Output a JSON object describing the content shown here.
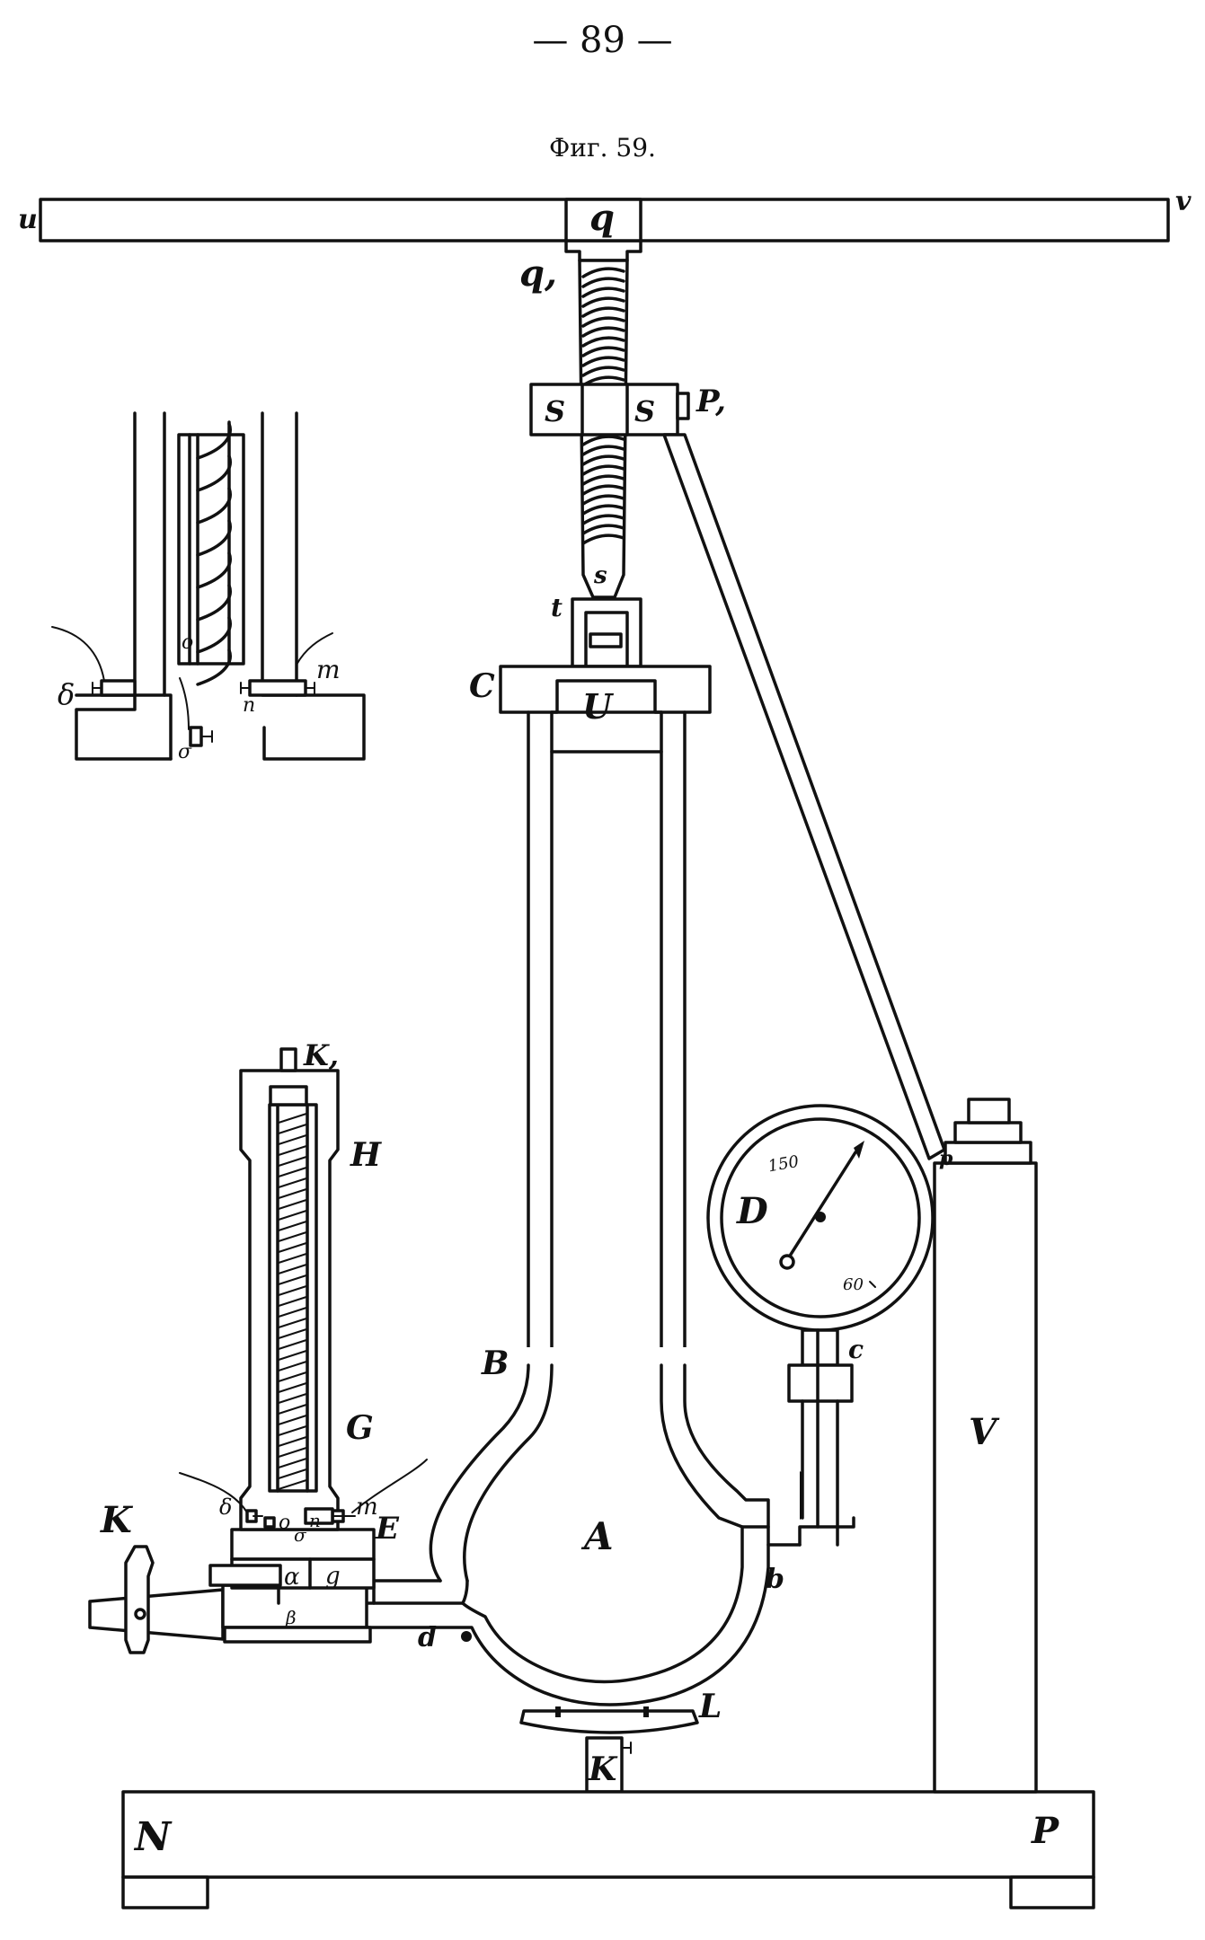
{
  "page": {
    "number": "— 89 —",
    "caption": "Фиг. 59."
  },
  "labels": {
    "u": "u",
    "v": "v",
    "q": "q",
    "q1": "q,",
    "S1": "S",
    "S2": "S",
    "P1": "P,",
    "s": "s",
    "t": "t",
    "C": "C",
    "U": "U",
    "A": "A",
    "B": "B",
    "D": "D",
    "c": "c",
    "b": "b",
    "V": "V",
    "p": "p",
    "L": "L",
    "K1": "K",
    "N": "N",
    "P": "P",
    "d": "d",
    "K": "K",
    "H": "H",
    "G": "G",
    "E": "E",
    "K2": "K,",
    "delta": "δ",
    "m": "m",
    "o": "o",
    "n": "n",
    "sigma": "σ",
    "alpha": "α",
    "beta": "β",
    "g": "g",
    "inset_delta": "δ",
    "inset_o": "o",
    "inset_m": "m",
    "inset_n": "n",
    "inset_sigma": "σ"
  },
  "gauge": {
    "mark_high": "150",
    "mark_low": "60"
  }
}
